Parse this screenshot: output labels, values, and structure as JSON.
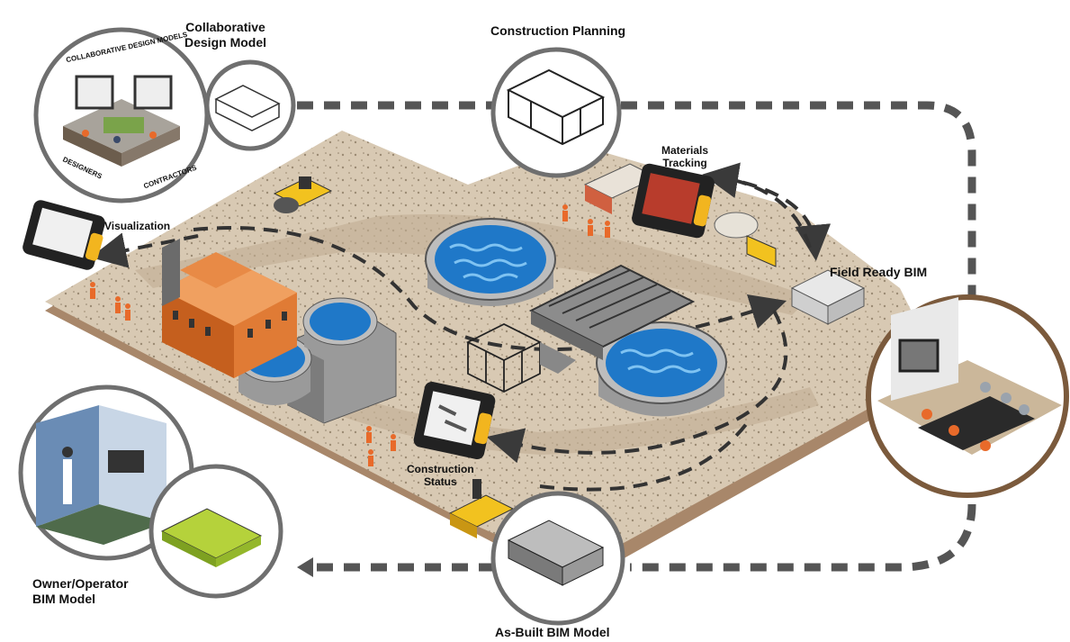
{
  "labels": {
    "collaborative_design_model": "Collaborative\nDesign Model",
    "construction_planning": "Construction Planning",
    "materials_tracking": "Materials\nTracking",
    "visualization": "Visualization",
    "field_ready_bim": "Field Ready BIM",
    "construction_status": "Construction\nStatus",
    "owner_operator_bim_model": "Owner/Operator\nBIM Model",
    "as_built_bim_model": "As-Built BIM Model"
  },
  "badge_text": {
    "collaborative_design_models": "COLLABORATIVE DESIGN MODELS",
    "designers": "DESIGNERS",
    "contractors": "CONTRACTORS"
  },
  "colors": {
    "ground": "#d8c9b3",
    "ground_side": "#a8876a",
    "water": "#1f78c8",
    "circle_border": "#6f6f6f",
    "arrow": "#3a3a3a",
    "building": "#e07b35",
    "tablet": "#f2b51f",
    "owner_model": "#b5d23b"
  },
  "icons": [
    "tablet-icon",
    "building-icon",
    "clarifier-tank-icon",
    "truck-icon",
    "bulldozer-icon",
    "roller-icon",
    "worker-icon",
    "meeting-room-icon",
    "control-room-icon",
    "wireframe-model-icon"
  ]
}
